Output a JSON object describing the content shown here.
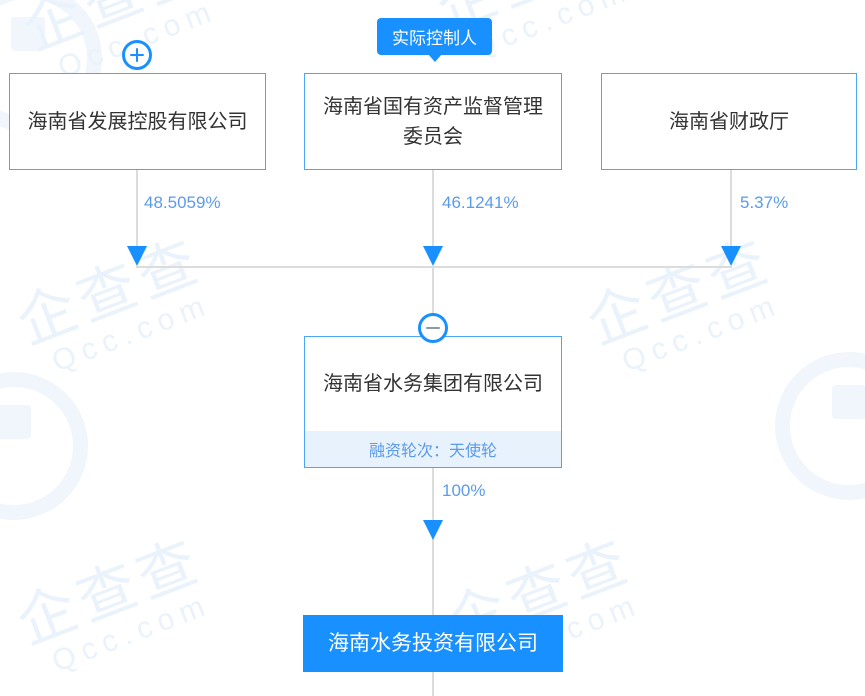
{
  "diagram": {
    "watermark": {
      "cn": "企查查",
      "en": "Qcc.com"
    },
    "badge": {
      "label": "实际控制人"
    },
    "shareholders": [
      {
        "name": "海南省发展控股有限公司",
        "percent": "48.5059%",
        "toggle": "plus"
      },
      {
        "name": "海南省国有资产监督管理委员会",
        "percent": "46.1241%",
        "badge": "实际控制人"
      },
      {
        "name": "海南省财政厅",
        "percent": "5.37%"
      }
    ],
    "center": {
      "name": "海南省水务集团有限公司",
      "funding_label": "融资轮次：天使轮",
      "percent": "100%",
      "toggle": "minus"
    },
    "target": {
      "name": "海南水务投资有限公司"
    },
    "colors": {
      "accent": "#1890ff",
      "node_border": "#4ba7f5",
      "line": "#dcdcdc",
      "percent_text": "#5b9bea",
      "funding_bg": "#e7f2fd",
      "watermark": "#eaf2fb"
    }
  }
}
